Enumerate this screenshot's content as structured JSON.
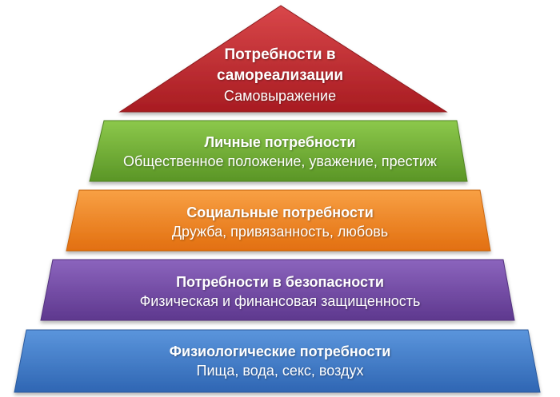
{
  "diagram": {
    "levels": [
      {
        "title": "Потребности в самореализации",
        "title_lines": [
          "Потребности в",
          "самореализации"
        ],
        "subtitle": "Самовыражение",
        "color": "#c0262c"
      },
      {
        "title": "Личные потребности",
        "subtitle": "Общественное положение, уважение, престиж",
        "color": "#6aa52d"
      },
      {
        "title": "Социальные потребности",
        "subtitle": "Дружба, привязанность, любовь",
        "color": "#ee7f1c"
      },
      {
        "title": "Потребности в безопасности",
        "subtitle": "Физическая и финансовая защищенность",
        "color": "#7046a0"
      },
      {
        "title": "Физиологические потребности",
        "subtitle": "Пища, вода, секс, воздух",
        "color": "#3f78c6"
      }
    ]
  }
}
